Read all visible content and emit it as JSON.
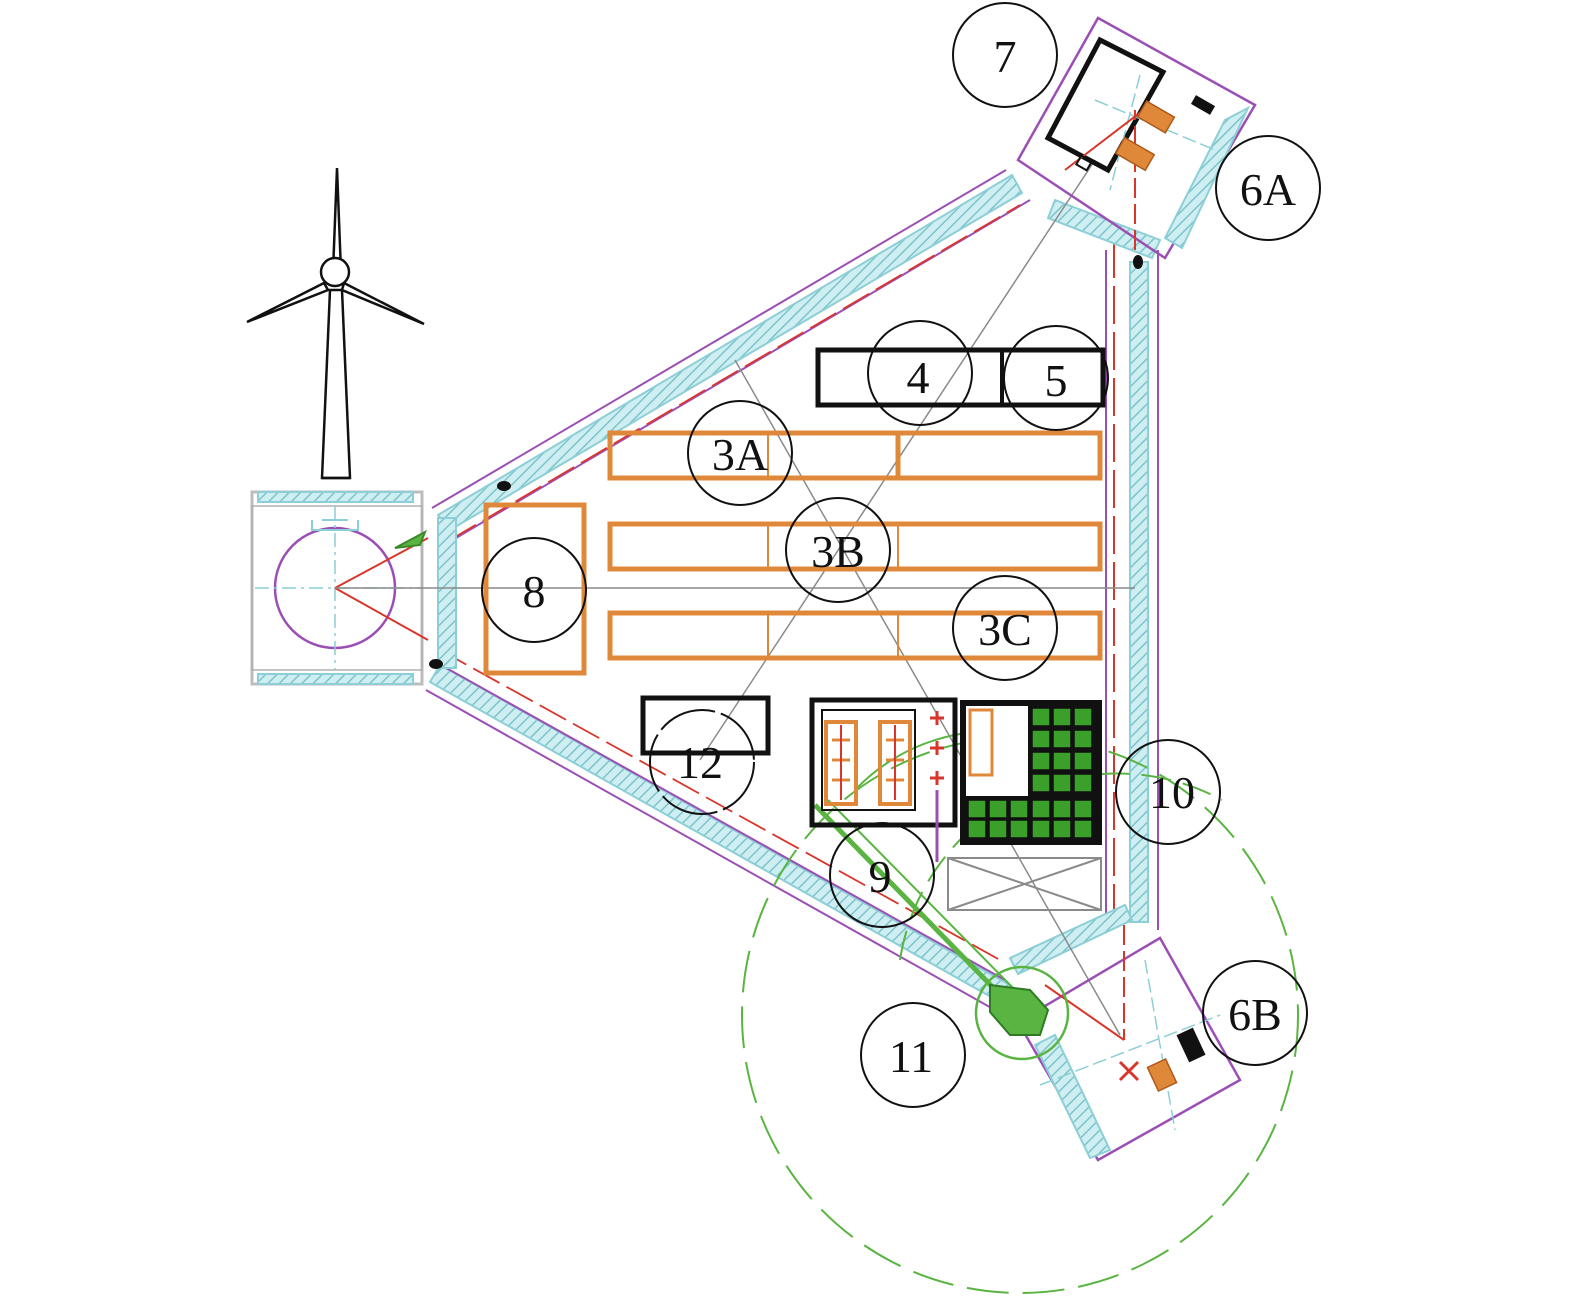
{
  "labels": {
    "l7": "7",
    "l6A": "6A",
    "l4": "4",
    "l5": "5",
    "l3A": "3A",
    "l3B": "3B",
    "l3C": "3C",
    "l8": "8",
    "l12": "12",
    "l10": "10",
    "l9": "9",
    "l6B": "6B",
    "l11": "11"
  },
  "colors": {
    "platform_cyan": "#8ccfd6",
    "outline_purple": "#9b4fb4",
    "storage_orange": "#e0883a",
    "crane_green": "#5ab442",
    "safety_red": "#d9362b",
    "equipment_black": "#111111",
    "guide_gray": "#8a8a8a"
  },
  "icons": {
    "wind_turbine": "wind-turbine-icon",
    "solar_array": "solar-panel-icon"
  }
}
